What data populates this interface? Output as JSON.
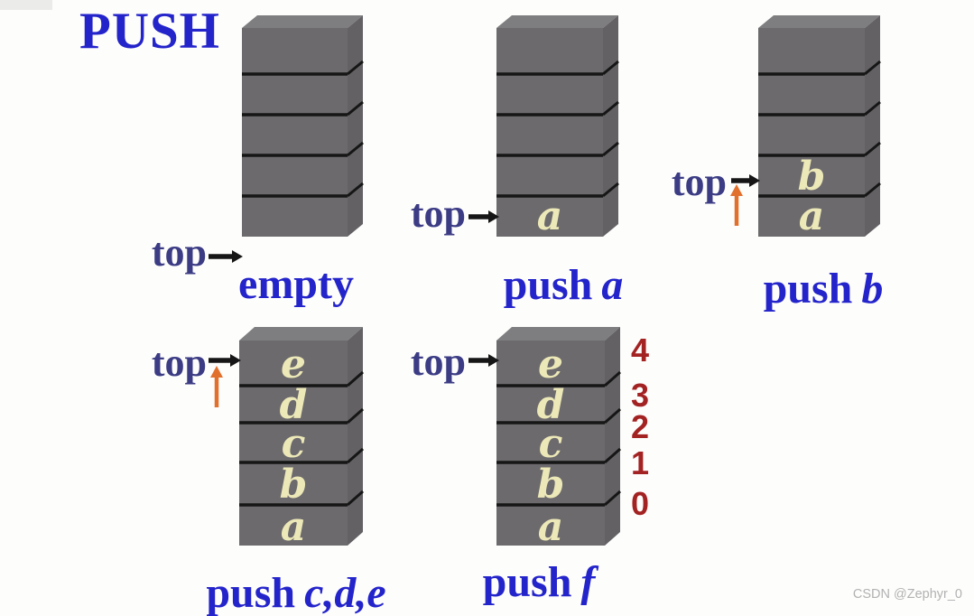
{
  "title": "PUSH",
  "watermark": "CSDN @Zephyr_0",
  "colors": {
    "title_blue": "#2424cb",
    "caption_blue": "#2424cb",
    "top_label_navy": "#3c3c85",
    "index_red": "#a32222",
    "orange_arrow": "#e2702d",
    "box_front_gray": "#6c6a6c",
    "box_top_gray": "#7e7d7f",
    "box_side_gray": "#636164",
    "cell_letter_cream": "#ece8b8"
  },
  "stacks": [
    {
      "name": "empty",
      "top_label": "top",
      "caption_verb": "empty",
      "caption_arg": "",
      "cells": [
        "",
        "",
        "",
        "",
        ""
      ],
      "indices": [],
      "orange_arrow": false
    },
    {
      "name": "push-a",
      "top_label": "top",
      "caption_verb": "push",
      "caption_arg": "a",
      "cells": [
        "",
        "",
        "",
        "",
        "a"
      ],
      "indices": [],
      "orange_arrow": false
    },
    {
      "name": "push-b",
      "top_label": "top",
      "caption_verb": "push",
      "caption_arg": "b",
      "cells": [
        "",
        "",
        "",
        "b",
        "a"
      ],
      "indices": [],
      "orange_arrow": true
    },
    {
      "name": "push-cde",
      "top_label": "top",
      "caption_verb": "push",
      "caption_arg": "c,d,e",
      "cells": [
        "e",
        "d",
        "c",
        "b",
        "a"
      ],
      "indices": [],
      "orange_arrow": true
    },
    {
      "name": "push-f",
      "top_label": "top",
      "caption_verb": "push",
      "caption_arg": "f",
      "cells": [
        "e",
        "d",
        "c",
        "b",
        "a"
      ],
      "indices": [
        "4",
        "3",
        "2",
        "1",
        "0"
      ],
      "orange_arrow": false
    }
  ]
}
